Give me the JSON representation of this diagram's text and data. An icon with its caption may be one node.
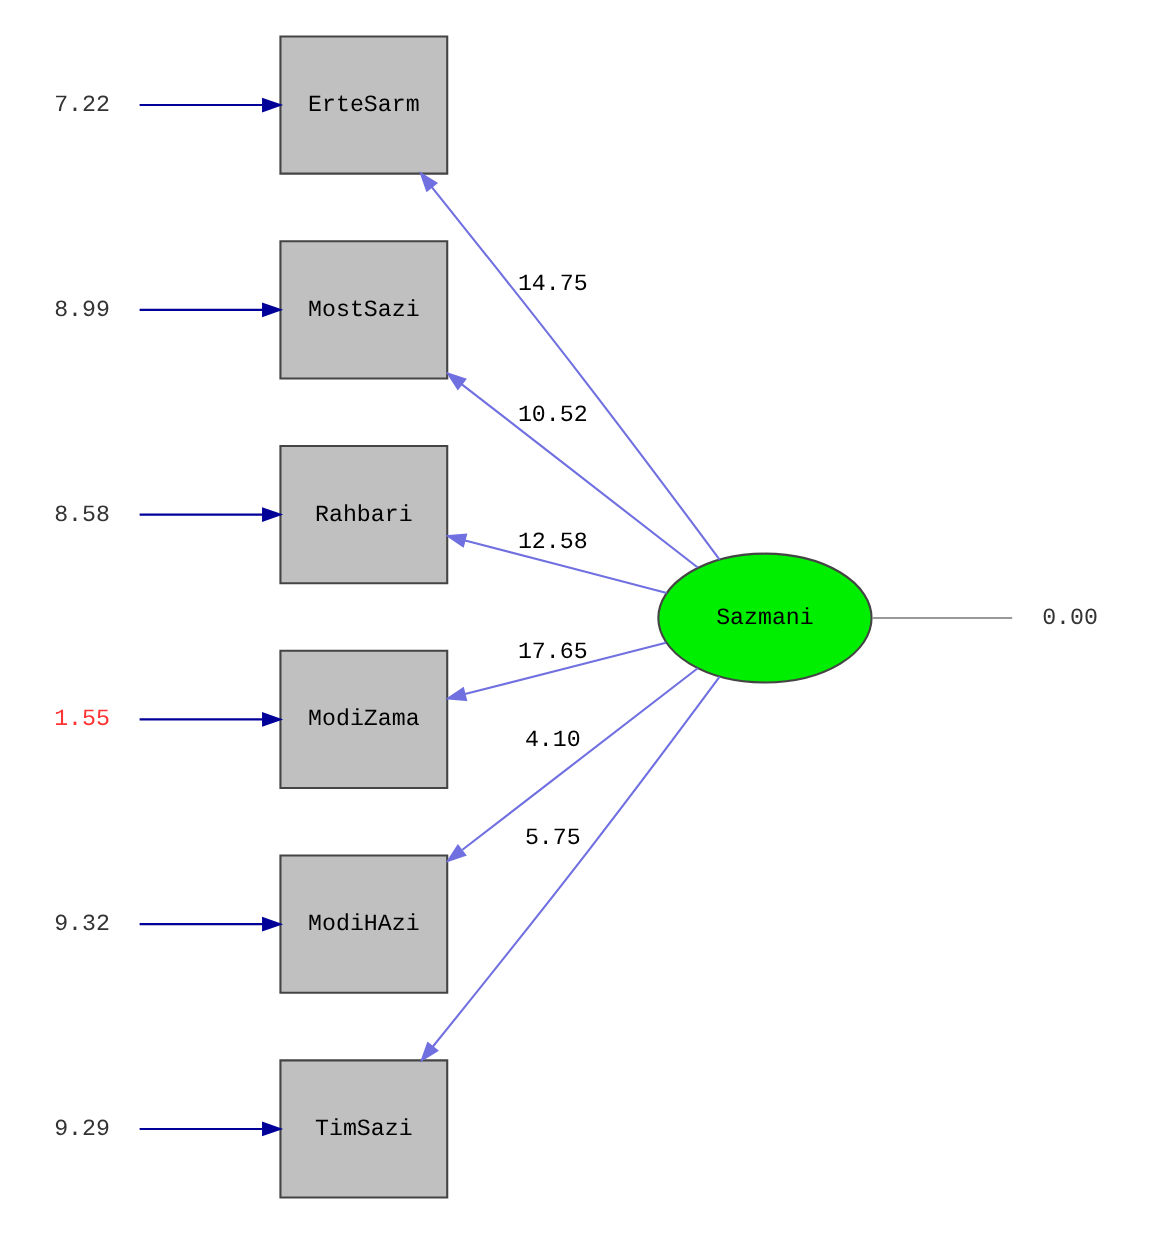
{
  "diagram": {
    "nodes": [
      {
        "text": [
          "Sazmani"
        ]
      },
      {
        "text": [
          "ErteSarm"
        ]
      },
      {
        "text": [
          "MostSazi"
        ]
      },
      {
        "text": [
          "Rahbari"
        ]
      },
      {
        "text": [
          "ModiZama"
        ]
      },
      {
        "text": [
          "ModiHAzi"
        ]
      },
      {
        "text": [
          "TimSazi"
        ]
      },
      {
        "text": [
          "7.22"
        ]
      },
      {
        "text": [
          "8.99"
        ]
      },
      {
        "text": [
          "8.58"
        ]
      },
      {
        "text": [
          "1.55"
        ]
      },
      {
        "text": [
          "9.32"
        ]
      },
      {
        "text": [
          "9.29"
        ]
      },
      {
        "text": [
          "0.00"
        ]
      }
    ],
    "edges": [
      {
        "from": 7,
        "to": 1,
        "arrow": "to",
        "color": "#000099"
      },
      {
        "from": 8,
        "to": 2,
        "arrow": "to",
        "color": "#000099"
      },
      {
        "from": 9,
        "to": 3,
        "arrow": "to",
        "color": "#000099"
      },
      {
        "from": 10,
        "to": 4,
        "arrow": "to",
        "color": "#000099"
      },
      {
        "from": 11,
        "to": 5,
        "arrow": "to",
        "color": "#000099"
      },
      {
        "from": 12,
        "to": 6,
        "arrow": "to",
        "color": "#000099"
      },
      {
        "from": 0,
        "to": 1,
        "arrow": "to",
        "label": "14.75",
        "color": "#7070e0"
      },
      {
        "from": 0,
        "to": 2,
        "arrow": "to",
        "label": "10.52",
        "color": "#7070e0"
      },
      {
        "from": 0,
        "to": 3,
        "arrow": "to",
        "label": "12.58",
        "color": "#7070e0"
      },
      {
        "from": 0,
        "to": 4,
        "arrow": "to",
        "label": "17.65",
        "color": "#7070e0"
      },
      {
        "from": 0,
        "to": 5,
        "arrow": "to",
        "label": "4.10",
        "color": "#7070e0"
      },
      {
        "from": 0,
        "to": 6,
        "arrow": "to",
        "label": "5.75",
        "color": "#7070e0"
      },
      {
        "from": 0,
        "to": 13,
        "arrow": "none",
        "color": "#999999"
      }
    ]
  }
}
